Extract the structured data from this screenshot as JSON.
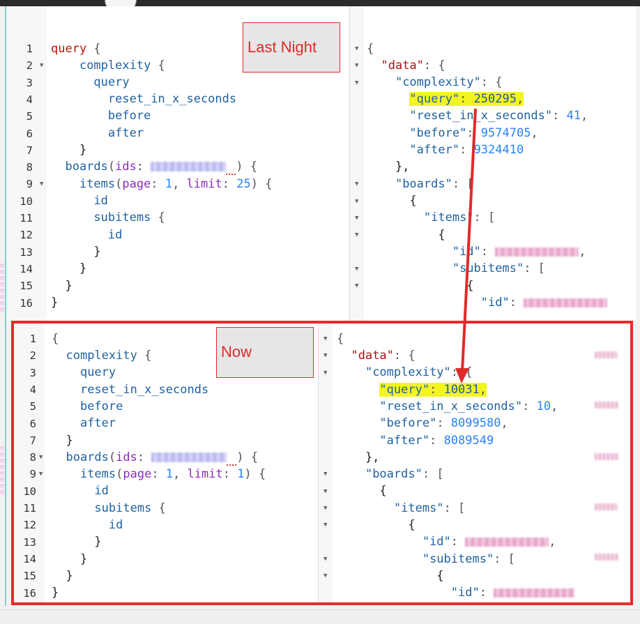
{
  "callouts": {
    "top": "Last Night",
    "bottom": "Now"
  },
  "top_query": {
    "line_numbers": [
      "1",
      "2",
      "3",
      "4",
      "5",
      "6",
      "7",
      "8",
      "9",
      "10",
      "11",
      "12",
      "13",
      "14",
      "15",
      "16"
    ],
    "line1_kw": "query",
    "line1_rest": " {",
    "complexity": "complexity",
    "query_field": "query",
    "reset_field": "reset_in_x_seconds",
    "before_field": "before",
    "after_field": "after",
    "boards": "boards",
    "ids_arg": "ids",
    "items": "items",
    "page_arg": "page",
    "page_val": "1",
    "limit_arg": "limit",
    "limit_val": "25",
    "id_field": "id",
    "subitems": "subitems"
  },
  "top_result": {
    "data_key": "\"data\"",
    "complexity_key": "\"complexity\"",
    "query_key": "\"query\"",
    "query_val": "250295",
    "reset_key": "\"reset_in_x_seconds\"",
    "reset_val": "41",
    "before_key": "\"before\"",
    "before_val": "9574705",
    "after_key": "\"after\"",
    "after_val": "9324410",
    "boards_key": "\"boards\"",
    "items_key": "\"items\"",
    "id_key": "\"id\"",
    "subitems_key": "\"subitems\""
  },
  "bottom_query": {
    "line_numbers": [
      "1",
      "2",
      "3",
      "4",
      "5",
      "6",
      "7",
      "8",
      "9",
      "10",
      "11",
      "12",
      "13",
      "14",
      "15",
      "16"
    ],
    "complexity": "complexity",
    "query_field": "query",
    "reset_field": "reset_in_x_seconds",
    "before_field": "before",
    "after_field": "after",
    "boards": "boards",
    "ids_arg": "ids",
    "items": "items",
    "page_arg": "page",
    "page_val": "1",
    "limit_arg": "limit",
    "limit_val": "1",
    "id_field": "id",
    "subitems": "subitems"
  },
  "bottom_result": {
    "data_key": "\"data\"",
    "complexity_key": "\"complexity\"",
    "query_key": "\"query\"",
    "query_val": "10031",
    "reset_key": "\"reset_in_x_seconds\"",
    "reset_val": "10",
    "before_key": "\"before\"",
    "before_val": "8099580",
    "after_key": "\"after\"",
    "after_val": "8089549",
    "boards_key": "\"boards\"",
    "items_key": "\"items\"",
    "id_key": "\"id\"",
    "subitems_key": "\"subitems\""
  },
  "colors": {
    "highlight": "#f3f521",
    "annotation_red": "#e02a2a",
    "number_blue": "#2882f9",
    "argument_purple": "#8b2bb9"
  },
  "icons": [
    "fold-arrow-icon",
    "annotation-arrow-icon"
  ]
}
